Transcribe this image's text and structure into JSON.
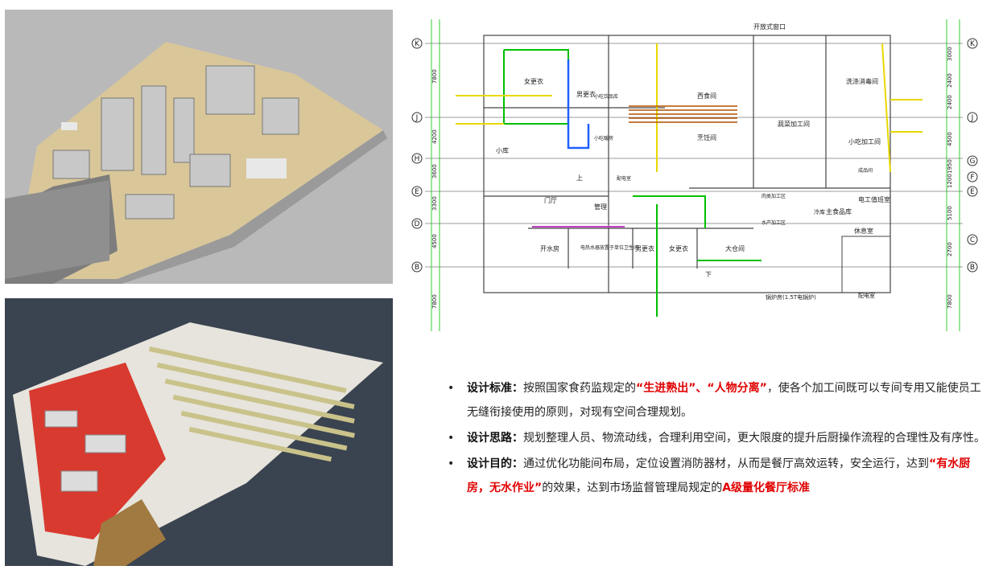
{
  "axis_labels": {
    "left": [
      "K",
      "J",
      "H",
      "E",
      "D",
      "B"
    ],
    "right": [
      "K",
      "J",
      "G",
      "F",
      "E",
      "C",
      "B"
    ]
  },
  "dimensions": {
    "left": [
      "7800",
      "4200",
      "3600",
      "3300",
      "4500",
      "7800"
    ],
    "right": [
      "3000",
      "2400",
      "2400",
      "4500",
      "1950",
      "1200",
      "5100",
      "2700",
      "7800"
    ]
  },
  "rooms": {
    "opening_window": "开放式窗口",
    "female_locker_top": "女更衣",
    "male_locker_mid": "男更衣",
    "snack_drinks": "小吃饮品库",
    "snack_hot": "小吃暖房",
    "small_warehouse": "小库",
    "western_kitchen": "西食间",
    "hot_kitchen": "烹饪间",
    "vegetable_processing": "蔬菜加工间",
    "cleaning_disinfection": "洗涤消毒间",
    "snack_processing": "小吃加工间",
    "finishing_room": "成品间",
    "dish_delivery": "配电室",
    "lobby": "门厅",
    "management": "管理",
    "water_room": "开水房",
    "electric_water_heater": "电热水器放置于单位卫生间",
    "male_locker": "男更衣",
    "female_locker": "女更衣",
    "big_storage": "大仓间",
    "meat_processing": "肉类加工区",
    "seafood_processing": "水产加工区",
    "cold_storage": "冷库",
    "staple_food": "主食品库",
    "power_room": "电工值班室",
    "rest_room": "休息室",
    "boiler_room": "锅炉房(1.5T电锅炉)",
    "distribution_room": "配电室",
    "up_label": "上",
    "down_label": "下"
  },
  "bullets": [
    {
      "title": "设计标准：",
      "pre": "按照国家食药监规定的",
      "highlight1": "“生进熟出”、“人物分离”",
      "post": "，使各个加工间既可以专间专用又能使员工无缝衔接使用的原则，对现有空间合理规划。"
    },
    {
      "title": "设计思路：",
      "text": "规划整理人员、物流动线，合理利用空间，更大限度的提升后厨操作流程的合理性及有序性。"
    },
    {
      "title": "设计目的：",
      "pre": "通过优化功能间布局，定位设置消防器材，从而是餐厅高效运转，安全运行，达到",
      "highlight1": "“有水厨房，无水作业”",
      "mid": "的效果，达到市场监督管理局规定的",
      "highlight2": "A级量化餐厅标准"
    }
  ],
  "colors": {
    "highlight": "#e00000",
    "cad_green": "#00c000",
    "cad_yellow": "#e8d800",
    "cad_blue": "#2060ff"
  }
}
